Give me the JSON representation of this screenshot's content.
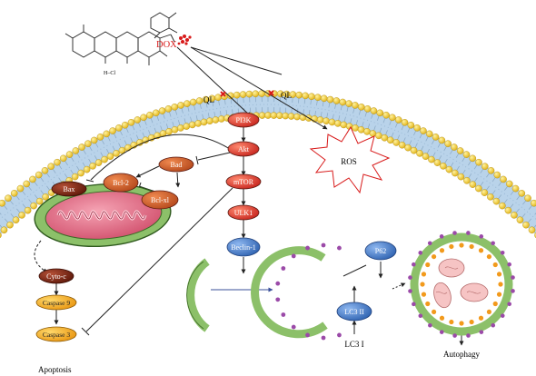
{
  "drug": {
    "name": "DOX",
    "color": "#d81b1b"
  },
  "inhibitor": {
    "name": "QL",
    "color": "#d81b1b"
  },
  "ros": {
    "label": "ROS"
  },
  "pathway": {
    "pi3k": "PI3K",
    "akt": "Akt",
    "mtor": "mTOR",
    "ulk1": "ULK1",
    "beclin": "Beclin-1"
  },
  "apoptosis_nodes": {
    "bad": "Bad",
    "bcl2": "Bcl-2",
    "bax": "Bax",
    "bclxl": "Bcl-xl",
    "cytoc": "Cyto-c",
    "caspase9": "Caspase 9",
    "caspase3": "Caspase 3"
  },
  "autophagy_nodes": {
    "p62": "P62",
    "lc3ii": "LC3 II",
    "lc3i": "LC3 I"
  },
  "outcomes": {
    "apoptosis": "Apoptosis",
    "autophagy": "Autophagy"
  },
  "molecule": {
    "hcl": "H–Cl"
  },
  "colors": {
    "membrane_head": "#f2cf2a",
    "membrane_band": "#b9d3ea",
    "red_node": "#d42a22",
    "brown_node": "#c0501c",
    "dark_node": "#7a2412",
    "orange_node": "#f2a51c",
    "blue_node": "#3d78c6",
    "green_membrane": "#7cb55c",
    "mito_pink": "#d85a78"
  }
}
